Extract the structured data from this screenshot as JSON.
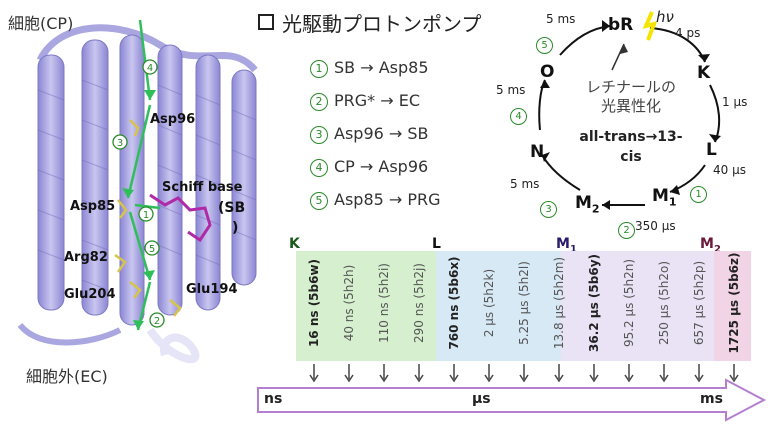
{
  "labels": {
    "cp": "細胞(CP)",
    "ec": "細胞外(EC)"
  },
  "residues": {
    "asp96": "Asp96",
    "schiff": "Schiff base",
    "sb": "(SB",
    "sb_close": ")",
    "asp85": "Asp85",
    "arg82": "Arg82",
    "glu204": "Glu204",
    "glu194": "Glu194"
  },
  "title": "光駆動プロトンポンプ",
  "steps": [
    {
      "num": "1",
      "text": "SB → Asp85"
    },
    {
      "num": "2",
      "text": "PRG* → EC"
    },
    {
      "num": "3",
      "text": "Asp96 → SB"
    },
    {
      "num": "4",
      "text": "CP → Asp96"
    },
    {
      "num": "5",
      "text": "Asp85 → PRG"
    }
  ],
  "cycle": {
    "states": {
      "br": "bR",
      "k": "K",
      "l": "L",
      "m1": "M",
      "m1_sub": "1",
      "m2": "M",
      "m2_sub": "2",
      "n": "N",
      "o": "O"
    },
    "light": "hν",
    "times": {
      "br_k": "4 ps",
      "k_l": "1 μs",
      "l_m1": "40 μs",
      "m1_m2": "350 μs",
      "m2_n": "5 ms",
      "n_o": "5 ms",
      "o_br": "5 ms"
    },
    "marks": {
      "l_m1": "1",
      "m1_m2": "2",
      "m2_n": "3",
      "n_o": "4",
      "o_br": "5"
    },
    "center_text": [
      "レチナールの",
      "光異性化"
    ],
    "center_bold": [
      "all-trans→13-",
      "cis"
    ]
  },
  "timeline": {
    "states": {
      "k": "K",
      "l": "L",
      "m1": "M",
      "m1_sub": "1",
      "m2": "M",
      "m2_sub": "2"
    },
    "columns": [
      {
        "label": "16 ns (5b6w)",
        "bold": true
      },
      {
        "label": "40 ns (5h2h)",
        "bold": false
      },
      {
        "label": "110 ns (5h2i)",
        "bold": false
      },
      {
        "label": "290 ns (5h2j)",
        "bold": false
      },
      {
        "label": "760 ns (5b6x)",
        "bold": true
      },
      {
        "label": "2 μs (5h2k)",
        "bold": false
      },
      {
        "label": "5.25 μs (5h2l)",
        "bold": false
      },
      {
        "label": "13.8 μs (5h2m)",
        "bold": false
      },
      {
        "label": "36.2 μs (5b6y)",
        "bold": true
      },
      {
        "label": "95.2 μs (5h2n)",
        "bold": false
      },
      {
        "label": "250 μs (5h2o)",
        "bold": false
      },
      {
        "label": "657 μs (5h2p)",
        "bold": false
      },
      {
        "label": "1725 μs (5b6z)",
        "bold": true
      }
    ],
    "axis": {
      "ns": "ns",
      "us": "μs",
      "ms": "ms"
    }
  },
  "colors": {
    "helix": "#a9a6e0",
    "helix_dark": "#7d78c6",
    "arrow": "#2fbf5a",
    "k_region": "#d6f0cf",
    "l_region": "#d8e9f6",
    "m1_region": "#e9e3f5",
    "m2_region": "#f1d4e6",
    "axis": "#b57fcf",
    "retinal": "#b02aa8",
    "cycle_mark": "#2a8a2a",
    "light": "#f5e400"
  }
}
